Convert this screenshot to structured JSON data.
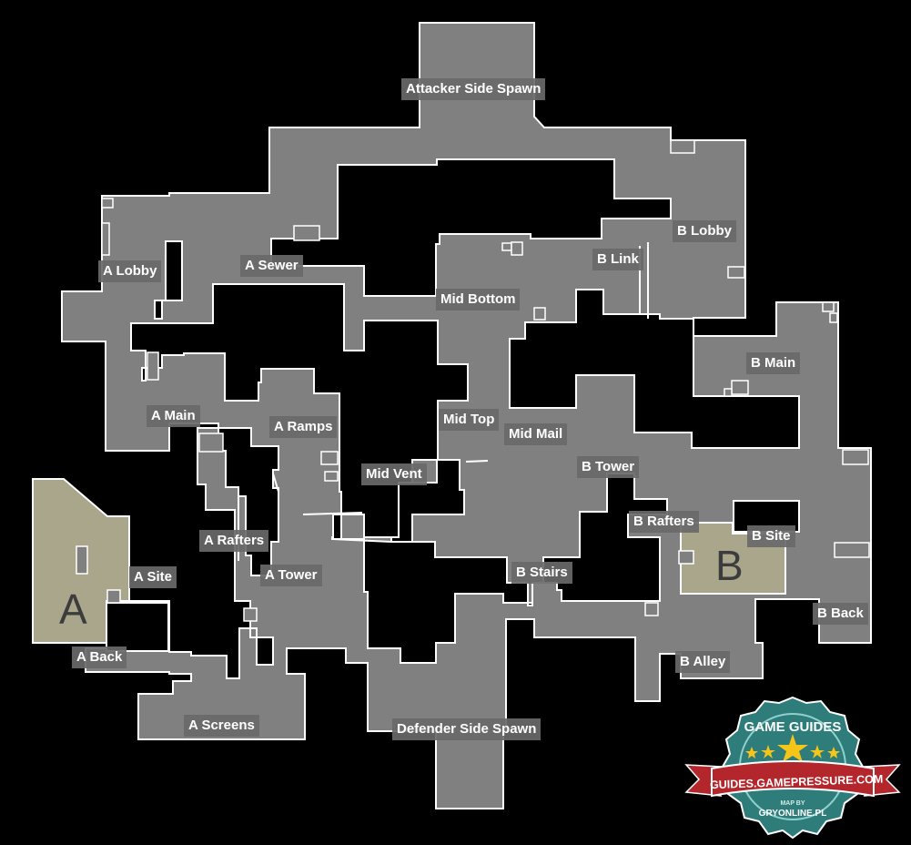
{
  "map": {
    "callouts": [
      {
        "id": "attacker-side-spawn",
        "label": "Attacker Side Spawn"
      },
      {
        "id": "b-lobby",
        "label": "B Lobby"
      },
      {
        "id": "a-lobby",
        "label": "A Lobby"
      },
      {
        "id": "a-sewer",
        "label": "A Sewer"
      },
      {
        "id": "b-link",
        "label": "B Link"
      },
      {
        "id": "mid-bottom",
        "label": "Mid Bottom"
      },
      {
        "id": "b-main",
        "label": "B Main"
      },
      {
        "id": "a-main",
        "label": "A Main"
      },
      {
        "id": "a-ramps",
        "label": "A Ramps"
      },
      {
        "id": "mid-top",
        "label": "Mid Top"
      },
      {
        "id": "mid-mail",
        "label": "Mid Mail"
      },
      {
        "id": "mid-vent",
        "label": "Mid Vent"
      },
      {
        "id": "b-tower",
        "label": "B Tower"
      },
      {
        "id": "b-rafters",
        "label": "B Rafters"
      },
      {
        "id": "b-site",
        "label": "B Site"
      },
      {
        "id": "a-rafters",
        "label": "A Rafters"
      },
      {
        "id": "a-site",
        "label": "A Site"
      },
      {
        "id": "a-tower",
        "label": "A Tower"
      },
      {
        "id": "b-stairs",
        "label": "B Stairs"
      },
      {
        "id": "b-back",
        "label": "B Back"
      },
      {
        "id": "a-back",
        "label": "A Back"
      },
      {
        "id": "b-alley",
        "label": "B Alley"
      },
      {
        "id": "a-screens",
        "label": "A Screens"
      },
      {
        "id": "defender-side-spawn",
        "label": "Defender Side Spawn"
      }
    ],
    "site_letters": {
      "a": "A",
      "b": "B"
    }
  },
  "watermark": {
    "title": "GAME GUIDES",
    "url": "GUIDES.GAMEPRESSURE.COM",
    "credit_line1": "MAP BY",
    "credit_line2": "GRYONLINE.PL"
  },
  "colors": {
    "floor": "#808080",
    "plant_zone": "#a9a68c",
    "label_bg": "#696969",
    "badge_teal": "#2e7d7b",
    "badge_ribbon": "#b3262c",
    "badge_star": "#f5c518"
  }
}
